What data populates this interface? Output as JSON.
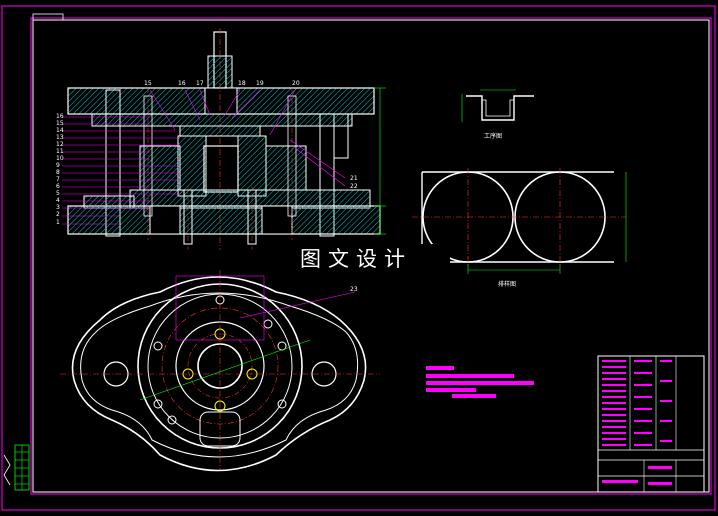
{
  "watermark": "图文设计",
  "view_labels": {
    "workpiece": "工序图",
    "strip_layout": "排样图"
  },
  "part_numbers_left": [
    "16",
    "15",
    "14",
    "13",
    "12",
    "11",
    "10",
    "9",
    "8",
    "7",
    "6",
    "5",
    "4",
    "3",
    "2",
    "1"
  ],
  "part_numbers_top": [
    "15",
    "16",
    "17",
    "18",
    "19",
    "20"
  ],
  "part_numbers_right": [
    "21",
    "22"
  ],
  "part_number_plan": "23",
  "colors": {
    "background": "#000000",
    "outline": "#ffffff",
    "hatch": "#00c8c8",
    "leader": "#ff00ff",
    "center": "#ff3030",
    "dimension": "#00ff00",
    "frame": "#ff00ff"
  }
}
